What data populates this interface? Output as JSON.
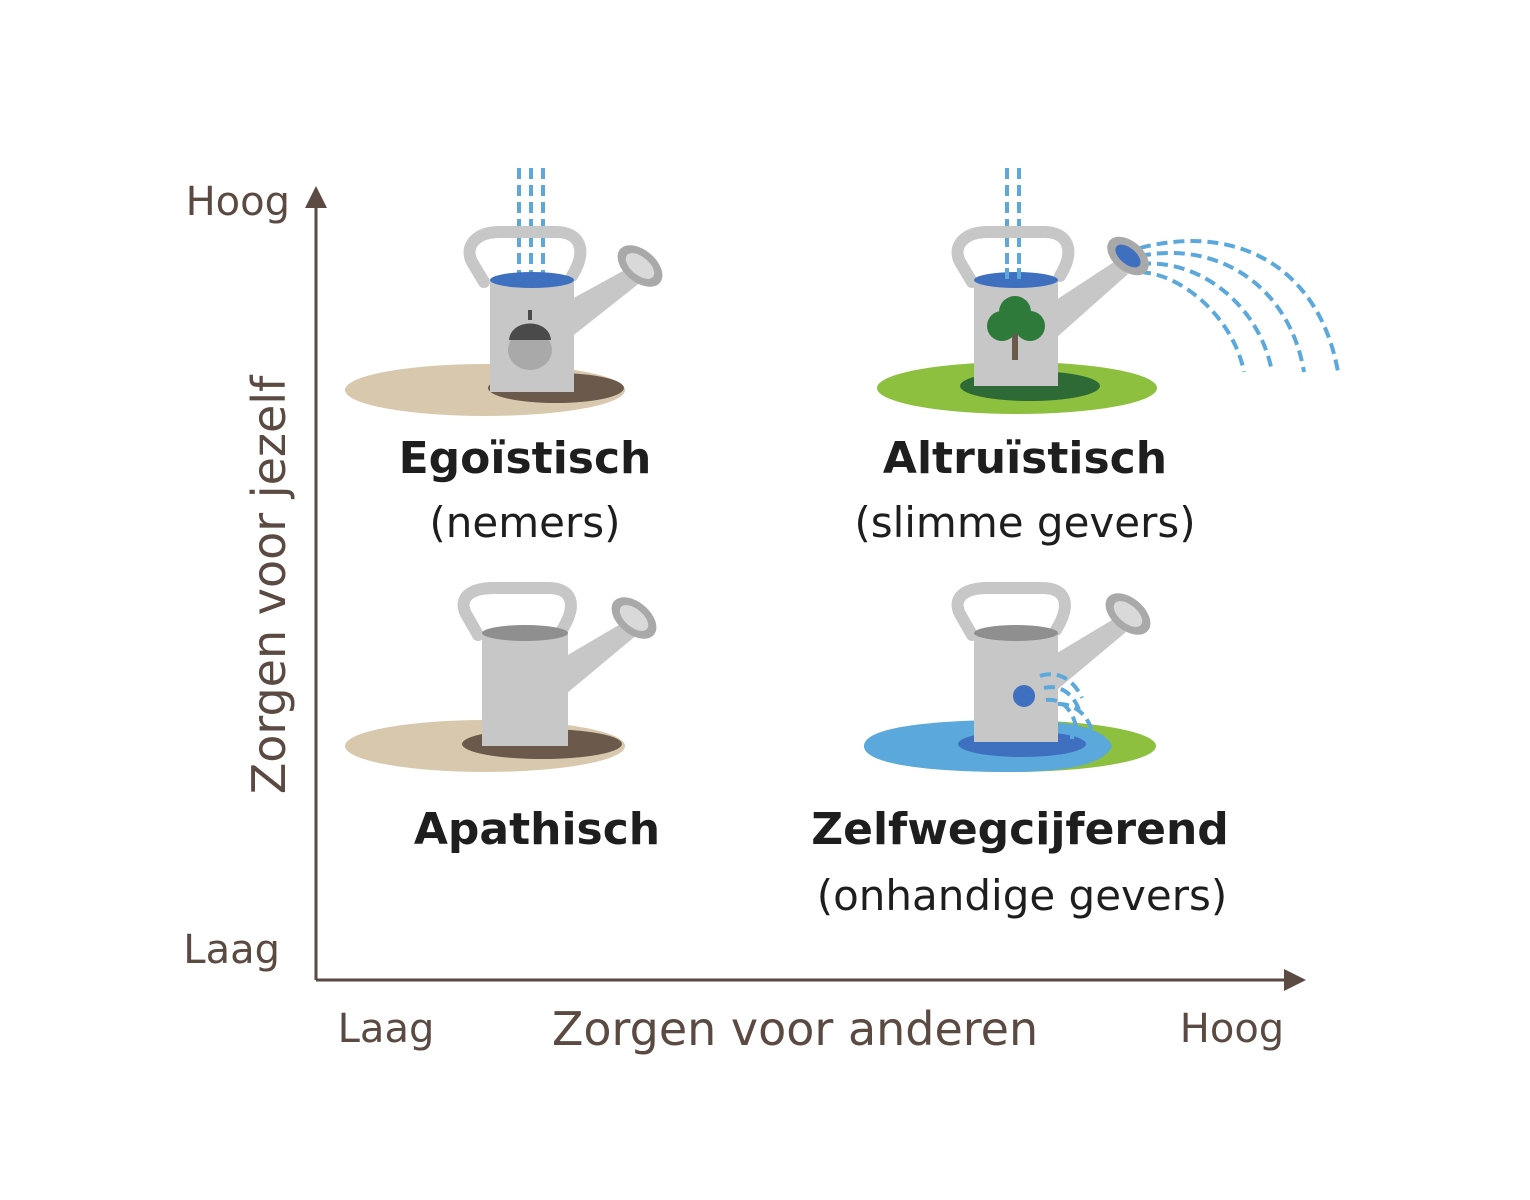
{
  "axes": {
    "y_title": "Zorgen voor jezelf",
    "y_high": "Hoog",
    "y_low": "Laag",
    "x_title": "Zorgen voor anderen",
    "x_low": "Laag",
    "x_high": "Hoog"
  },
  "quadrants": {
    "top_left": {
      "title": "Egoïstisch",
      "subtitle": "(nemers)",
      "can_icon": "watering-can-acorn-icon"
    },
    "top_right": {
      "title": "Altruïstisch",
      "subtitle": "(slimme gevers)",
      "can_icon": "watering-can-tree-icon"
    },
    "bottom_left": {
      "title": "Apathisch",
      "subtitle": "",
      "can_icon": "watering-can-empty-icon"
    },
    "bottom_right": {
      "title": "Zelfwegcijferend",
      "subtitle": "(onhandige gevers)",
      "can_icon": "watering-can-leaking-icon"
    }
  },
  "colors": {
    "axis": "#5a4a42",
    "can": "#c7c7c7",
    "can_shade": "#a9a9a9",
    "water": "#3f6fbf",
    "rain": "#5aa8dc",
    "soil": "#d8c9ae",
    "soil_shadow": "#6b5a4c",
    "grass": "#8dc03f",
    "grass_shadow": "#2d6a35",
    "puddle": "#5aa8dc"
  }
}
